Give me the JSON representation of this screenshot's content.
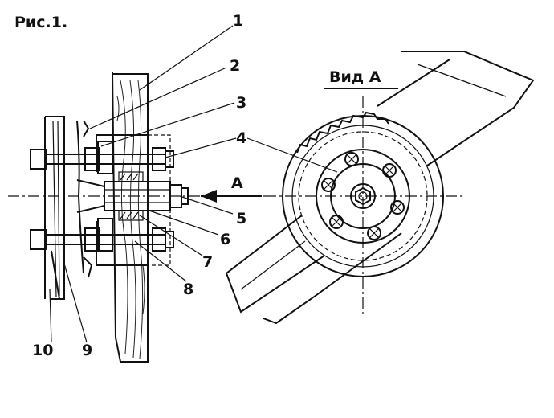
{
  "figure_title": "Рис.1.",
  "view_label": "Вид А",
  "arrow_label": "А",
  "part_numbers": [
    "1",
    "2",
    "3",
    "4",
    "5",
    "6",
    "7",
    "8",
    "9",
    "10"
  ],
  "colors": {
    "ink": "#111111",
    "paper": "#ffffff"
  }
}
